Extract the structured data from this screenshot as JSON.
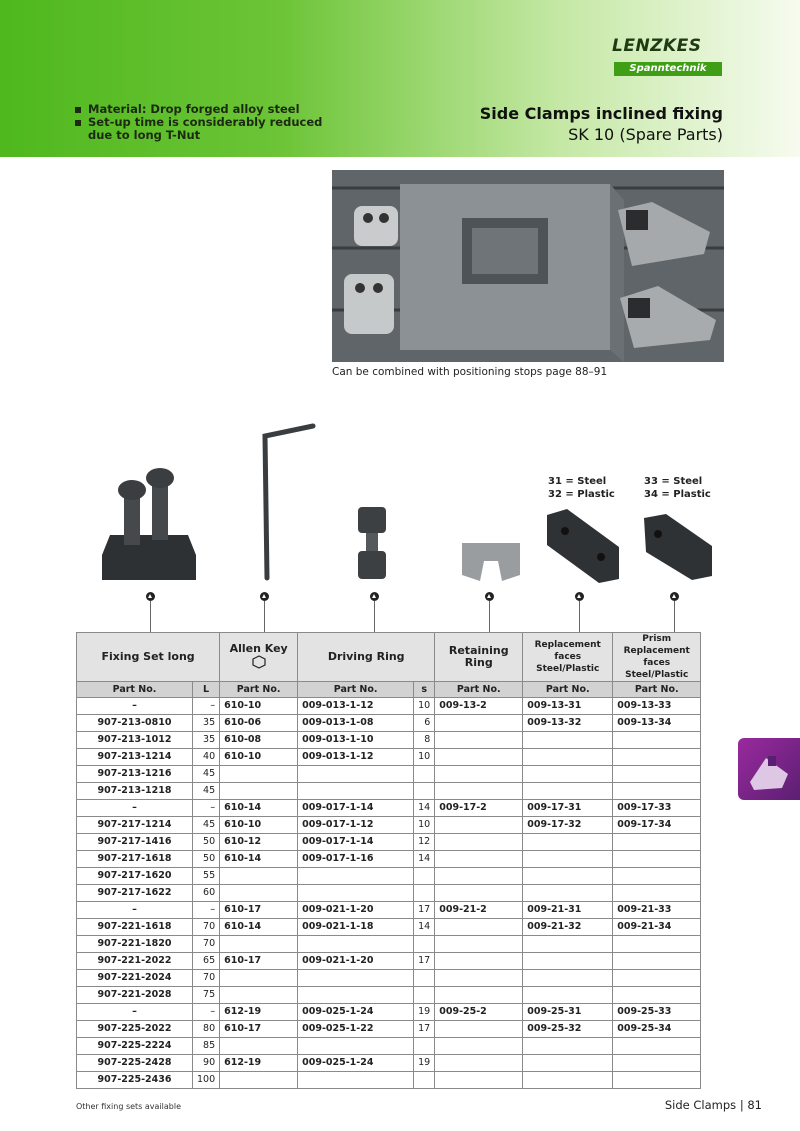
{
  "header": {
    "bullets": [
      "Material: Drop forged alloy steel",
      "Set-up time is considerably reduced",
      "due to long T-Nut"
    ],
    "title": "Side Clamps inclined fixing",
    "subtitle": "SK 10 (Spare Parts)",
    "logo_name": "LENZKES",
    "logo_sub": "Spanntechnik"
  },
  "caption": "Can be combined with positioning stops page 88–91",
  "annotations": {
    "rep": [
      "31 = Steel",
      "32 = Plastic"
    ],
    "prism": [
      "33 = Steel",
      "34 = Plastic"
    ]
  },
  "table": {
    "groups": [
      "Fixing Set long",
      "Allen Key",
      "Driving Ring",
      "Retaining Ring",
      "Replacement faces Steel/Plastic",
      "Prism Replacement faces Steel/Plastic"
    ],
    "subheaders": [
      "Part No.",
      "L",
      "Part No.",
      "Part No.",
      "s",
      "Part No.",
      "Part No.",
      "Part No."
    ],
    "rows": [
      [
        "–",
        "–",
        "610-10",
        "009-013-1-12",
        "10",
        "009-13-2",
        "009-13-31",
        "009-13-33"
      ],
      [
        "907-213-0810",
        "35",
        "610-06",
        "009-013-1-08",
        "6",
        "",
        "009-13-32",
        "009-13-34"
      ],
      [
        "907-213-1012",
        "35",
        "610-08",
        "009-013-1-10",
        "8",
        "",
        "",
        ""
      ],
      [
        "907-213-1214",
        "40",
        "610-10",
        "009-013-1-12",
        "10",
        "",
        "",
        ""
      ],
      [
        "907-213-1216",
        "45",
        "",
        "",
        "",
        "",
        "",
        ""
      ],
      [
        "907-213-1218",
        "45",
        "",
        "",
        "",
        "",
        "",
        ""
      ],
      [
        "–",
        "–",
        "610-14",
        "009-017-1-14",
        "14",
        "009-17-2",
        "009-17-31",
        "009-17-33"
      ],
      [
        "907-217-1214",
        "45",
        "610-10",
        "009-017-1-12",
        "10",
        "",
        "009-17-32",
        "009-17-34"
      ],
      [
        "907-217-1416",
        "50",
        "610-12",
        "009-017-1-14",
        "12",
        "",
        "",
        ""
      ],
      [
        "907-217-1618",
        "50",
        "610-14",
        "009-017-1-16",
        "14",
        "",
        "",
        ""
      ],
      [
        "907-217-1620",
        "55",
        "",
        "",
        "",
        "",
        "",
        ""
      ],
      [
        "907-217-1622",
        "60",
        "",
        "",
        "",
        "",
        "",
        ""
      ],
      [
        "–",
        "–",
        "610-17",
        "009-021-1-20",
        "17",
        "009-21-2",
        "009-21-31",
        "009-21-33"
      ],
      [
        "907-221-1618",
        "70",
        "610-14",
        "009-021-1-18",
        "14",
        "",
        "009-21-32",
        "009-21-34"
      ],
      [
        "907-221-1820",
        "70",
        "",
        "",
        "",
        "",
        "",
        ""
      ],
      [
        "907-221-2022",
        "65",
        "610-17",
        "009-021-1-20",
        "17",
        "",
        "",
        ""
      ],
      [
        "907-221-2024",
        "70",
        "",
        "",
        "",
        "",
        "",
        ""
      ],
      [
        "907-221-2028",
        "75",
        "",
        "",
        "",
        "",
        "",
        ""
      ],
      [
        "–",
        "–",
        "612-19",
        "009-025-1-24",
        "19",
        "009-25-2",
        "009-25-31",
        "009-25-33"
      ],
      [
        "907-225-2022",
        "80",
        "610-17",
        "009-025-1-22",
        "17",
        "",
        "009-25-32",
        "009-25-34"
      ],
      [
        "907-225-2224",
        "85",
        "",
        "",
        "",
        "",
        "",
        ""
      ],
      [
        "907-225-2428",
        "90",
        "612-19",
        "009-025-1-24",
        "19",
        "",
        "",
        ""
      ],
      [
        "907-225-2436",
        "100",
        "",
        "",
        "",
        "",
        "",
        ""
      ]
    ]
  },
  "footer": {
    "left": "Other fixing sets available",
    "right": "Side Clamps | 81"
  },
  "colors": {
    "green": "#4fb81e",
    "purple": "#7d2a8a"
  }
}
